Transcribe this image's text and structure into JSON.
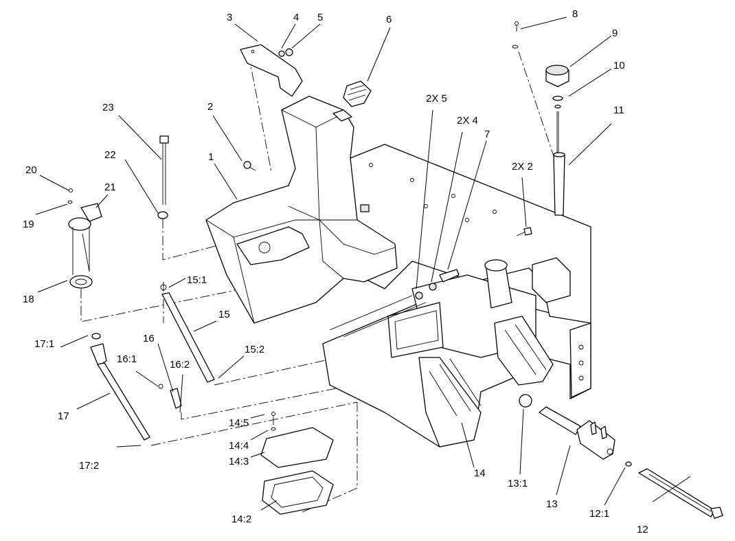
{
  "callouts": {
    "c1": "1",
    "c2": "2",
    "c3": "3",
    "c4": "4",
    "c5": "5",
    "c6": "6",
    "c7": "7",
    "c8": "8",
    "c9": "9",
    "c10": "10",
    "c11": "11",
    "c12": "12",
    "c12_1": "12:1",
    "c13": "13",
    "c13_1": "13:1",
    "c14": "14",
    "c14_2": "14:2",
    "c14_3": "14:3",
    "c14_4": "14:4",
    "c14_5": "14:5",
    "c15": "15",
    "c15_1": "15:1",
    "c15_2": "15:2",
    "c16": "16",
    "c16_1": "16:1",
    "c16_2": "16:2",
    "c17": "17",
    "c17_1": "17:1",
    "c17_2": "17:2",
    "c18": "18",
    "c19": "19",
    "c20": "20",
    "c21": "21",
    "c22": "22",
    "c23": "23",
    "c2x5": "2X 5",
    "c2x4": "2X 4",
    "c2x2": "2X 2"
  }
}
